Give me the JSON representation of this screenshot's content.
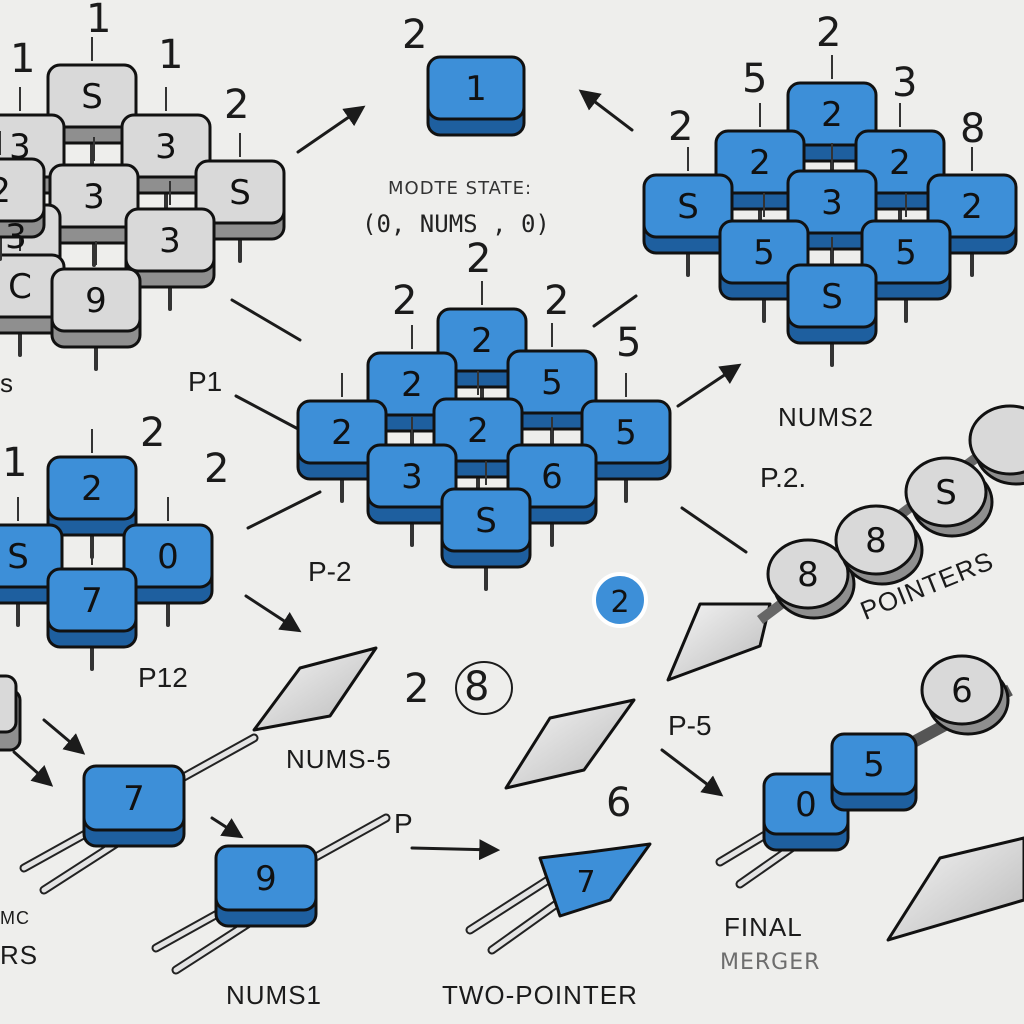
{
  "colors": {
    "blue": "#3d8fd8",
    "blue_side": "#1e5f9f",
    "grey": "#d9d9d9",
    "grey_side": "#8f8f8f",
    "ink": "#1b1b1b"
  },
  "labels": {
    "mode_state_title": "MODTE STATE:",
    "mode_state_value": "(0, NUMS , 0)",
    "nums2": "NUMS2",
    "nums1": "NUMS1",
    "nums5": "NUMS-5",
    "pointers": "POINTERS",
    "two_pointer": "TWO-POINTER",
    "final": "FINAL",
    "merger": "MERGER",
    "p1": "P1",
    "p2": "P-2",
    "p12": "P12",
    "p5": "P-5",
    "p": "P",
    "p2_dots": "P.2.",
    "partial_mc": "MC",
    "partial_rs": "RS"
  },
  "floating_numbers": {
    "n_top_1": "1",
    "n_top_1b": "1",
    "n_top_1c": "1",
    "n_top_2": "2",
    "n_center_top": "2",
    "n_grid_2a": "2",
    "n_grid_2b": "2",
    "n_grid_2c": "2",
    "n_grid_5": "5",
    "n_right_2": "2",
    "n_right_5": "5",
    "n_right_3": "3",
    "n_right_2b": "2",
    "n_right_8": "8",
    "n_left_2": "2",
    "n_left_2b": "2",
    "n_left_1": "1",
    "n_mid_2": "2",
    "n_mid_8": "8",
    "n_six": "6"
  },
  "keys": {
    "top_left": [
      "S",
      "3",
      "3",
      "3",
      "S",
      "3",
      "3",
      "C",
      "9",
      "2"
    ],
    "top_center": "1",
    "center_grid": [
      "2",
      "2",
      "5",
      "2",
      "2",
      "5",
      "3",
      "6",
      "S",
      "2"
    ],
    "right_grid": [
      "2",
      "2",
      "2",
      "S",
      "3",
      "2",
      "5",
      "5",
      "S"
    ],
    "left_grid": [
      "2",
      "S",
      "0",
      "7"
    ],
    "bottom_keys": [
      "7",
      "9"
    ],
    "blue_dot": "2",
    "beads_top": [
      "8",
      "8",
      "S"
    ],
    "beads_bottom": [
      "0",
      "5",
      "6"
    ]
  }
}
